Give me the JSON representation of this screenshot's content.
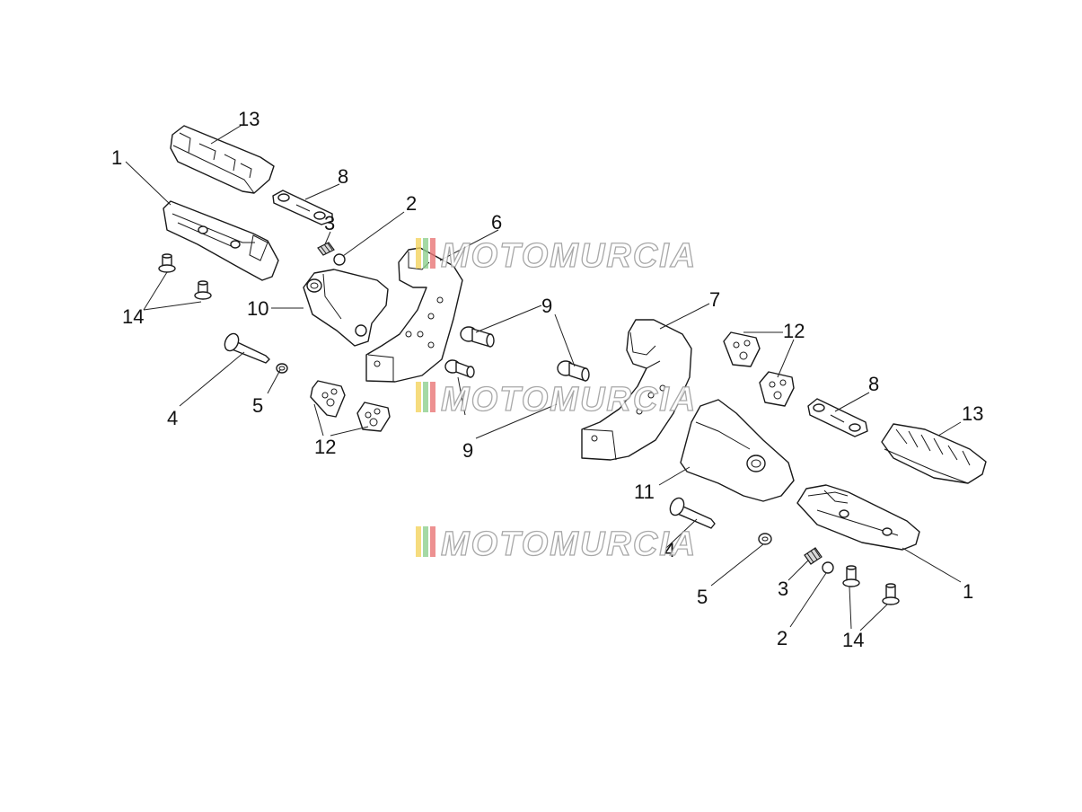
{
  "callouts": {
    "c13a": "13",
    "c1a": "1",
    "c8a": "8",
    "c2a": "2",
    "c3a": "3",
    "c6": "6",
    "c14a": "14",
    "c10": "10",
    "c9a": "9",
    "c7": "7",
    "c12a": "12",
    "c4a": "4",
    "c5a": "5",
    "c12b": "12",
    "c9b": "9",
    "c8b": "8",
    "c13b": "13",
    "c11": "11",
    "c4b": "4",
    "c5b": "5",
    "c3b": "3",
    "c1b": "1",
    "c2b": "2",
    "c14b": "14"
  },
  "watermark": {
    "text": "MOTOMURCIA",
    "stripe_colors": [
      "#f4d35e",
      "#8fcf8f",
      "#e87575"
    ]
  }
}
